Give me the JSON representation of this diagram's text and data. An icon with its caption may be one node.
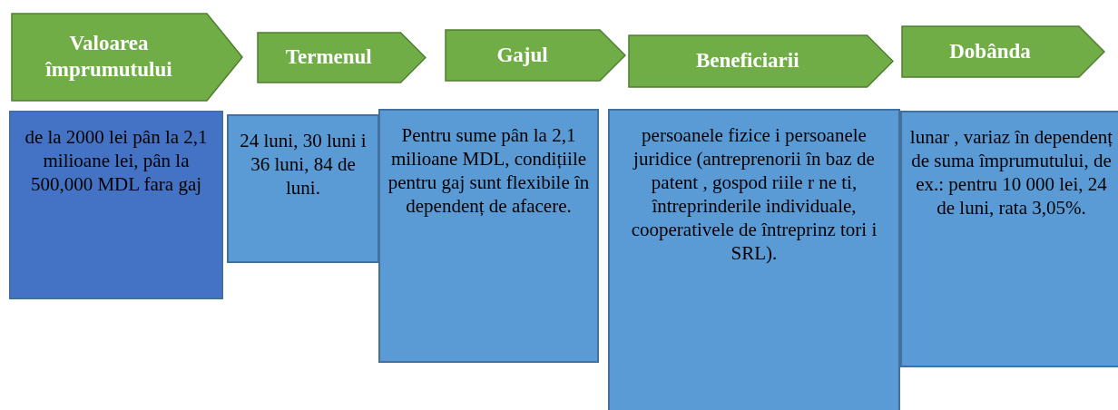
{
  "diagram": {
    "nodes": [
      {
        "text": [
          "Valoarea împrumutului"
        ]
      },
      {
        "text": [
          "Termenul"
        ]
      },
      {
        "text": [
          "Gajul"
        ]
      },
      {
        "text": [
          "Beneficiarii"
        ]
      },
      {
        "text": [
          "Dobânda"
        ]
      },
      {
        "text": [
          "de la 2000 lei pân la 2,1 milioane lei, pân la 500,000 MDL fara gaj"
        ]
      },
      {
        "text": [
          "24 luni, 30 luni i 36 luni, 84 de luni."
        ]
      },
      {
        "text": [
          "Pentru sume pân la 2,1 milioane MDL, condițiile pentru gaj sunt flexibile în dependenț de afacere."
        ]
      },
      {
        "text": [
          "persoanele fizice i persoanele juridice (antreprenorii în baz de patent , gospod riile r ne ti, întreprinderile individuale, cooperativele de întreprinz tori i SRL)."
        ]
      },
      {
        "text": [
          "lunar , variaz în dependenț de suma împrumutului, de ex.: pentru 10 000 lei, 24 de luni, rata 3,05%."
        ]
      }
    ]
  }
}
